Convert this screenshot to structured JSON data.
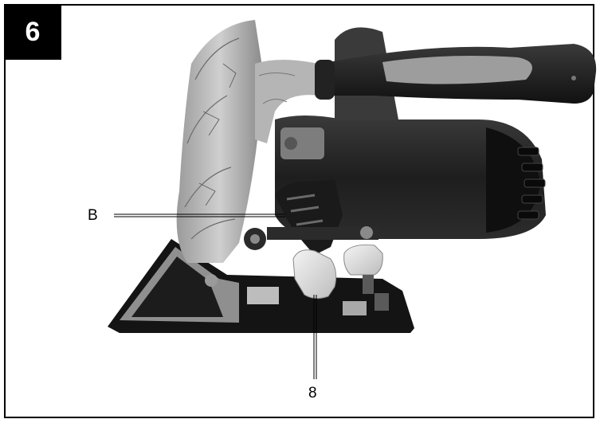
{
  "figure": {
    "number": "6"
  },
  "callouts": {
    "b_label": "B",
    "eight_label": "8"
  },
  "image": {
    "icon": "circular-saw-photo",
    "tone": "grayscale"
  },
  "colors": {
    "badge_bg": "#000000",
    "badge_text": "#ffffff",
    "frame_border": "#000000"
  }
}
